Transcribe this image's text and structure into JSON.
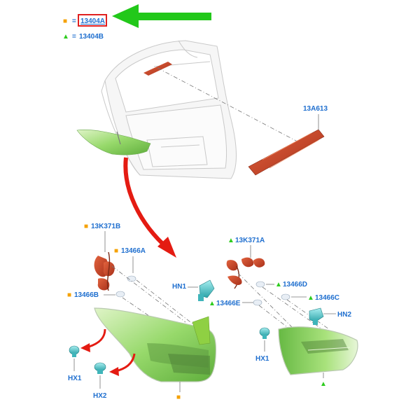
{
  "legend": {
    "square_symbol": "■",
    "triangle_symbol": "▲",
    "equals": "=",
    "square_part": "13404A",
    "triangle_part": "13404B"
  },
  "labels": {
    "center_lamp": "13A613",
    "left_socket_harness": "13K371B",
    "left_bulb_top": "13466A",
    "left_bulb_bottom": "13466B",
    "left_clip_nut": "HN1",
    "left_fastener_a": "HX1",
    "left_fastener_b": "HX2",
    "right_socket_harness": "13K371A",
    "right_bulb_d": "13466D",
    "right_bulb_c": "13466C",
    "right_bulb_e": "13466E",
    "right_clip_nut": "HN2",
    "right_fastener": "HX1"
  },
  "colors": {
    "label_blue": "#1f6fcf",
    "square_marker": "#f5a100",
    "triangle_marker": "#2ecc1f",
    "highlight_box": "#e02020",
    "pointer_arrow_green": "#22c81a",
    "callout_arrow_red": "#e41b12",
    "lamp_green": "#8fd96a",
    "stop_lamp_red": "#c83a1c",
    "fastener_teal": "#54c5c8"
  }
}
